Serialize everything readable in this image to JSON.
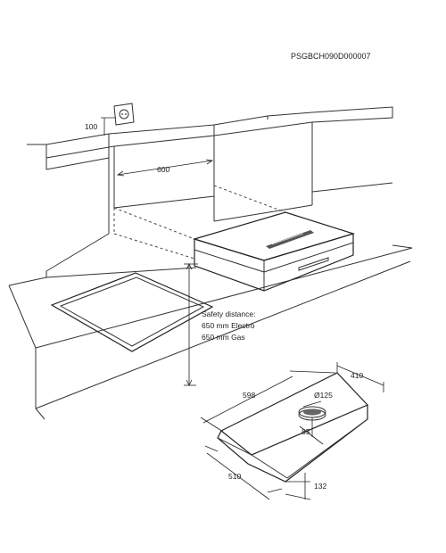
{
  "document": {
    "code": "PSGBCH090D000007"
  },
  "installation": {
    "socket_height": "100",
    "cabinet_gap_width": "600",
    "safety_note": {
      "line1": "Safety distance:",
      "line2": "650 mm Electro",
      "line3": "650 mm Gas"
    },
    "icons": {
      "socket": "power-socket-icon"
    }
  },
  "hood_dimensions": {
    "width": "598",
    "depth": "410",
    "outlet_diameter": "Ø125",
    "outlet_offset": "85",
    "front_depth": "510",
    "height": "132"
  }
}
